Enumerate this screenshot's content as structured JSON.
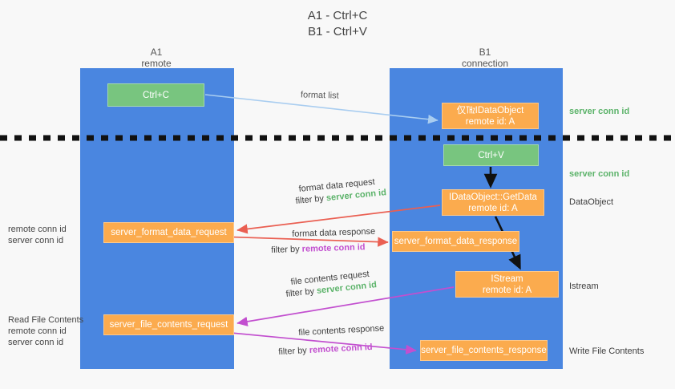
{
  "title": "A1 - Ctrl+C\nB1 - Ctrl+V",
  "columns": {
    "left": {
      "name": "A1",
      "role": "remote",
      "combined": "A1\nremote"
    },
    "right": {
      "name": "B1",
      "role": "connection",
      "combined": "B1\nconnection"
    }
  },
  "nodes": {
    "ctrl_c": {
      "label": "Ctrl+C",
      "color": "#78c57f"
    },
    "idataobject": {
      "label": "仅㎔IDataObject\nremote id: A",
      "color": "#fbab4e"
    },
    "ctrl_v": {
      "label": "Ctrl+V",
      "color": "#78c57f"
    },
    "getdata": {
      "label": "IDataObject::GetData\nremote id: A",
      "color": "#fbab4e"
    },
    "istream": {
      "label": "IStream\nremote id: A",
      "color": "#fbab4e"
    },
    "server_format_data_request": {
      "label": "server_format_data_request",
      "color": "#fbab4e"
    },
    "server_format_data_response": {
      "label": "server_format_data_response",
      "color": "#fbab4e"
    },
    "server_file_contents_request": {
      "label": "server_file_contents_request",
      "color": "#fbab4e"
    },
    "server_file_contents_response": {
      "label": "server_file_contents_response",
      "color": "#fbab4e"
    }
  },
  "edge_labels": {
    "format_list": "format list",
    "format_data_request": "format data request",
    "format_data_request_filter_prefix": "filter by ",
    "format_data_request_filter_key": "server conn id",
    "format_data_response": "format data response",
    "format_data_response_filter_prefix": "filter by ",
    "format_data_response_filter_key": "remote conn id",
    "file_contents_request": "file contents request",
    "file_contents_request_filter_prefix": "filter by ",
    "file_contents_request_filter_key": "server conn id",
    "file_contents_response": "file contents response",
    "file_contents_response_filter_prefix": "filter by ",
    "file_contents_response_filter_key": "remote conn id"
  },
  "annotations": {
    "server_conn_id_top": "server conn id",
    "server_conn_id_mid": "server conn id",
    "dataobject": "DataObject",
    "istream": "Istream",
    "write_file_contents": "Write File Contents",
    "read_file_contents": "Read File Contents",
    "remote_conn_id_left_1": "remote conn id",
    "server_conn_id_left_1": "server conn id",
    "remote_conn_id_left_2": "remote conn id",
    "server_conn_id_left_2": "server conn id"
  },
  "colors": {
    "lane_blue": "#4a86e0",
    "node_green": "#78c57f",
    "node_orange": "#fbab4e",
    "edge_red": "#ea5f52",
    "edge_magenta": "#c24fcf",
    "edge_lightblue": "#a9cdf0",
    "edge_black": "#111111",
    "green_text": "#5cb36a",
    "purple_text": "#c24fcf",
    "background": "#f8f8f8"
  }
}
